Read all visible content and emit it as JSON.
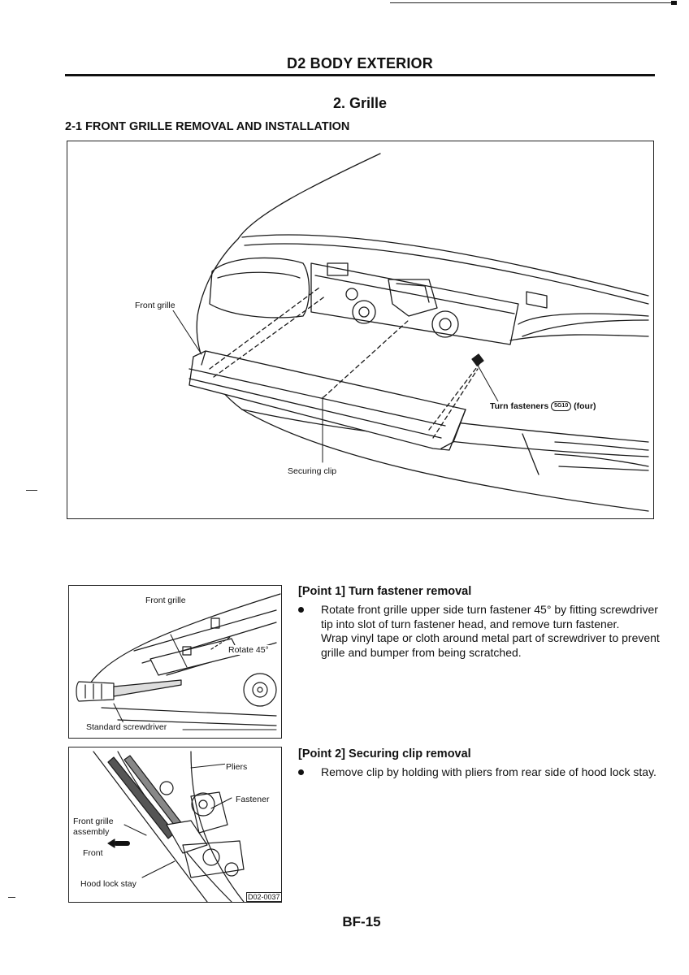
{
  "section_header": "D2 BODY EXTERIOR",
  "section_title": "2. Grille",
  "sub_title": "2-1 FRONT GRILLE REMOVAL AND INSTALLATION",
  "main_figure": {
    "labels": {
      "front_grille": "Front grille",
      "turn_fasteners": "Turn fasteners",
      "turn_fasteners_qty": "(four)",
      "icon_code": "5G10",
      "securing_clip": "Securing clip"
    }
  },
  "point1": {
    "title": "[Point 1] Turn fastener removal",
    "paragraphs": [
      "Rotate front grille upper side turn fastener 45° by fitting screwdriver tip into slot of turn fastener head, and remove turn fastener.",
      "Wrap vinyl tape or cloth around metal part of screwdriver to prevent grille and bumper from being scratched."
    ],
    "figure_labels": {
      "front_grille": "Front grille",
      "rotate": "Rotate 45°",
      "screwdriver": "Standard screwdriver"
    }
  },
  "point2": {
    "title": "[Point 2] Securing clip removal",
    "paragraphs": [
      "Remove clip by holding with pliers from rear side of hood lock stay."
    ],
    "figure_labels": {
      "pliers": "Pliers",
      "fastener": "Fastener",
      "front_grille_assembly_1": "Front grille",
      "front_grille_assembly_2": "assembly",
      "front": "Front",
      "hood_lock_stay": "Hood lock stay",
      "figure_code": "D02-0037"
    }
  },
  "page_number": "BF-15"
}
